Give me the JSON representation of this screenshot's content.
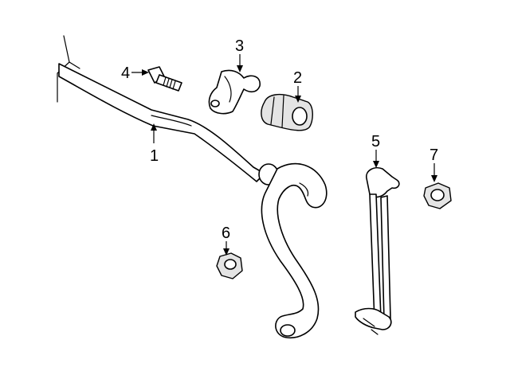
{
  "callouts": [
    {
      "id": "1",
      "label": "1",
      "part": "stabilizer-bar"
    },
    {
      "id": "2",
      "label": "2",
      "part": "bushing"
    },
    {
      "id": "3",
      "label": "3",
      "part": "bushing-bracket"
    },
    {
      "id": "4",
      "label": "4",
      "part": "bolt"
    },
    {
      "id": "5",
      "label": "5",
      "part": "stabilizer-link"
    },
    {
      "id": "6",
      "label": "6",
      "part": "nut"
    },
    {
      "id": "7",
      "label": "7",
      "part": "nut"
    }
  ],
  "colors": {
    "line": "#000000",
    "background": "#ffffff",
    "shade": "#e4e4e4"
  }
}
